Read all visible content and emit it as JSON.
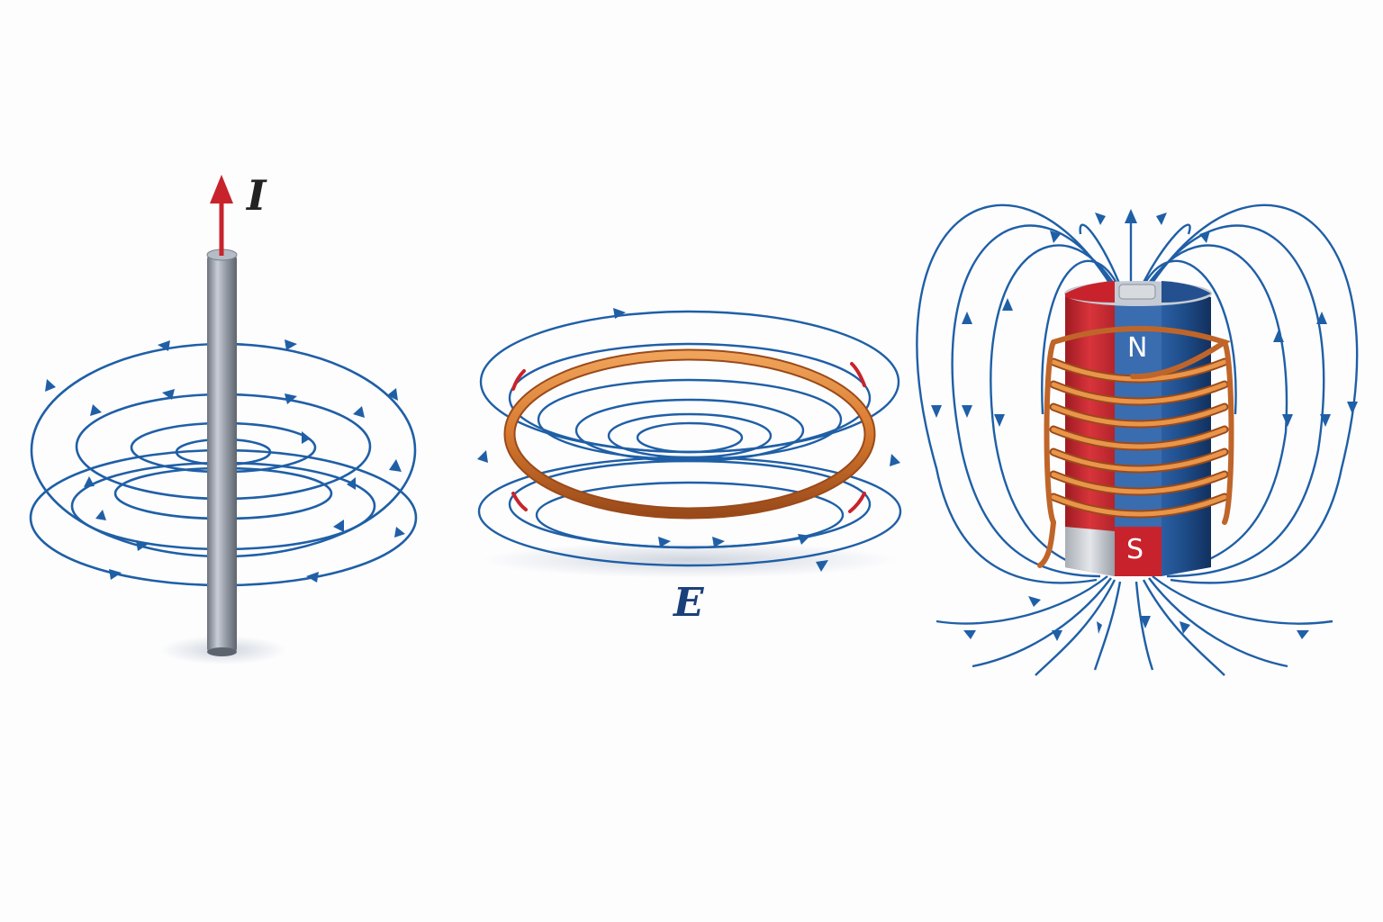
{
  "panels": {
    "wire": {
      "current_label": "I",
      "colors": {
        "arrow": "#c8232c",
        "field_lines": "#1f5fa6",
        "rod": "#8a9099"
      }
    },
    "loop": {
      "field_label": "E",
      "colors": {
        "ring": "#d7792f",
        "field_lines": "#1f5fa6",
        "marks": "#c8232c",
        "label": "#1a3f7a"
      }
    },
    "magnet": {
      "north_label": "N",
      "south_label": "S",
      "colors": {
        "north": "#c8232c",
        "south": "#1d4a86",
        "coil": "#d7792f",
        "field_lines": "#1f5fa6"
      }
    }
  }
}
